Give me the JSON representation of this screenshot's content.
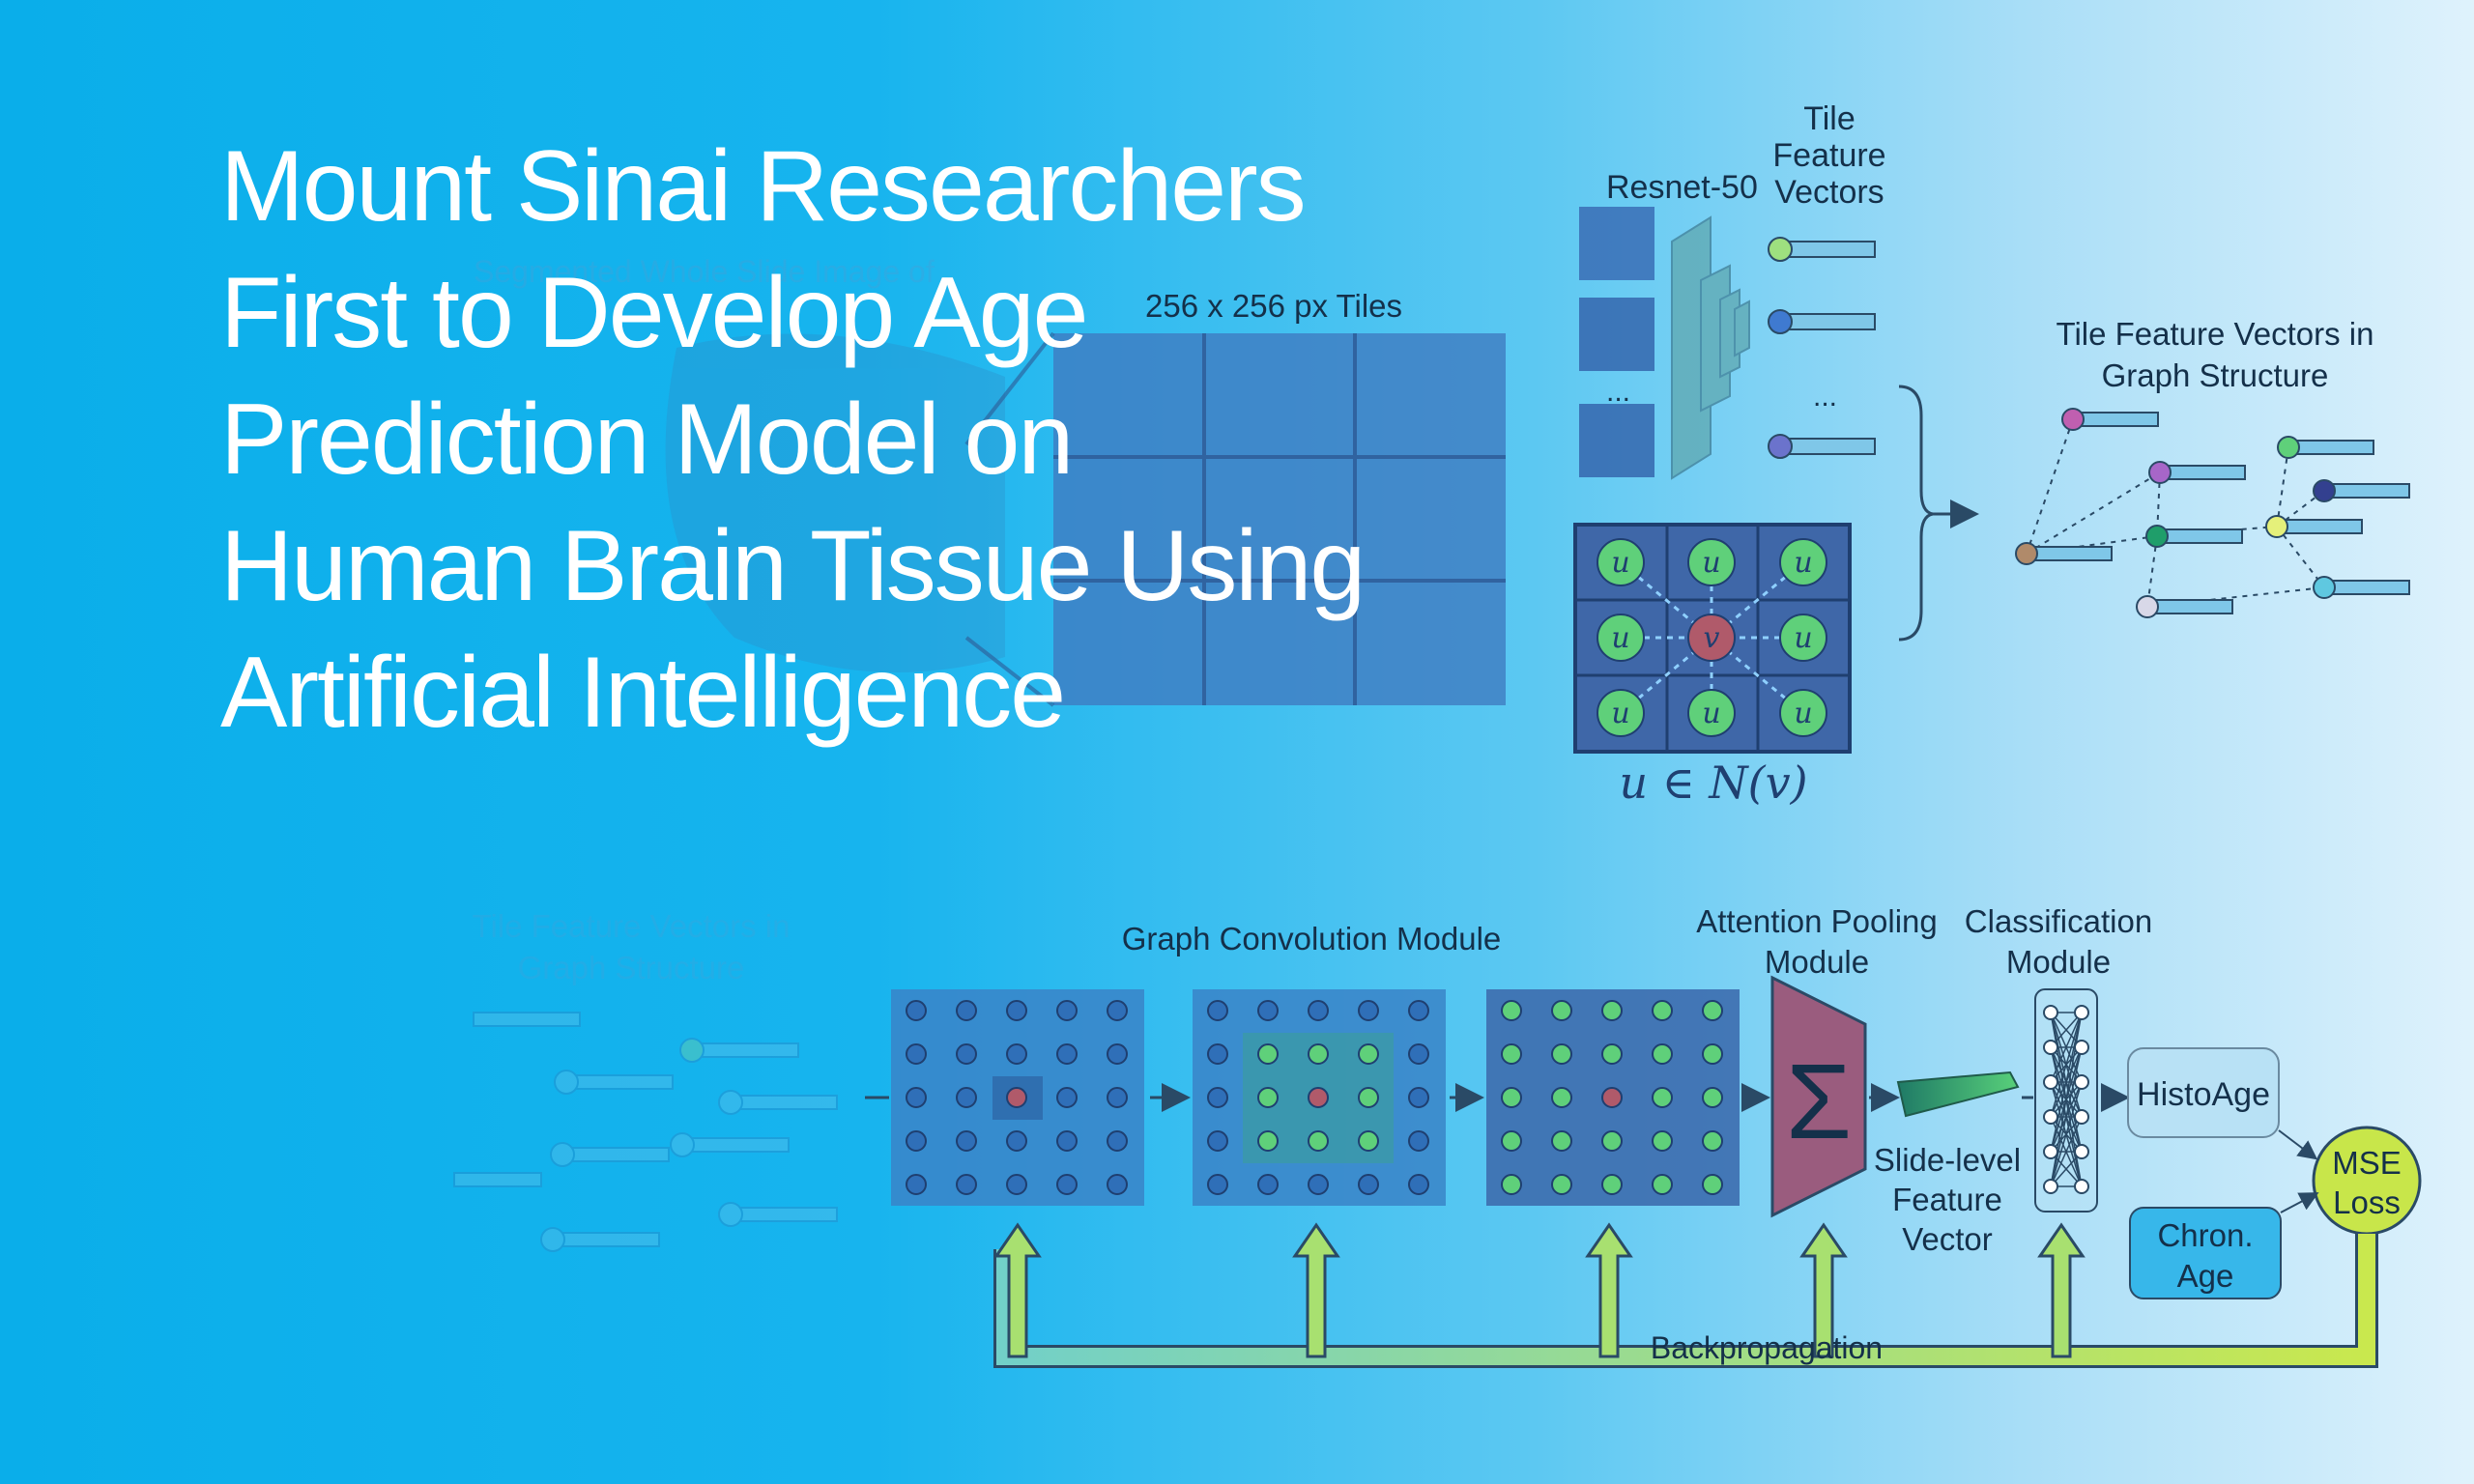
{
  "headline": {
    "lines": [
      "Mount Sinai Researchers",
      "First to Develop Age",
      "Prediction Model on",
      "Human Brain Tissue Using",
      "Artificial Intelligence"
    ]
  },
  "diagram": {
    "faded_wsi_label": "Segmented Whole Slide Image of",
    "tiles_label": "256 x 256 px Tiles",
    "resnet_label": "Resnet-50",
    "tile_vectors_label": [
      "Tile",
      "Feature",
      "Vectors"
    ],
    "ellipsis": "...",
    "graph_vectors_label": [
      "Tile Feature Vectors in",
      "Graph Structure"
    ],
    "neighborhood_formula": "u ∈ N(v)",
    "node_u": "u",
    "node_v": "v",
    "faded_graph_label": [
      "Tile Feature Vectors in",
      "Graph Structure"
    ],
    "gcm_label": "Graph Convolution Module",
    "attention_label": [
      "Attention Pooling",
      "Module"
    ],
    "sigma": "Σ",
    "classification_label": [
      "Classification",
      "Module"
    ],
    "slide_vector_label": [
      "Slide-level",
      "Feature",
      "Vector"
    ],
    "histoage_label": "HistoAge",
    "chron_age_label": [
      "Chron.",
      "Age"
    ],
    "mse_label": [
      "MSE",
      "Loss"
    ],
    "backprop_label": "Backpropagation"
  },
  "colors": {
    "node_green": "#5fd07a",
    "node_red": "#b05a6a",
    "graph_grey": "#2a4a66",
    "backprop_arrow": "#a8e070",
    "mse_fill": "#c8e64a",
    "chron_fill": "#37b7ea",
    "histoage_fill": "#b8e1f5",
    "attention_fill": "#9a5c7e"
  },
  "icons": [
    "network-icon",
    "sigma-icon",
    "arrow-icon"
  ]
}
